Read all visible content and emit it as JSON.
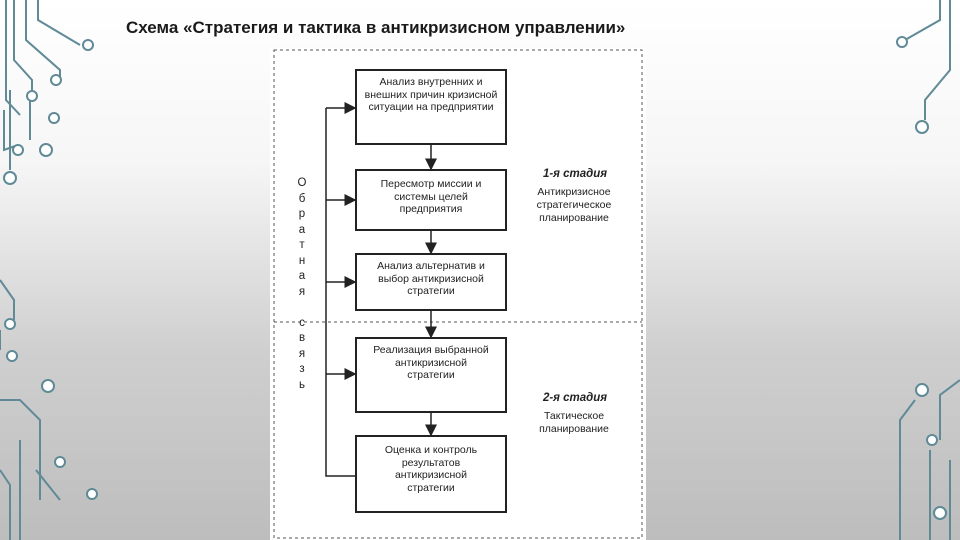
{
  "title": "Схема «Стратегия и тактика в антикризисном управлении»",
  "diagram": {
    "boxes": [
      {
        "id": "box-analysis",
        "text": "Анализ внутренних и внешних причин кризисной ситуации на предприятии"
      },
      {
        "id": "box-mission",
        "text": "Пересмотр миссии и системы целей предприятия"
      },
      {
        "id": "box-alternatives",
        "text": "Анализ альтернатив и выбор антикризисной стратегии"
      },
      {
        "id": "box-implementation",
        "text": "Реализация выбранной антикризисной стратегии"
      },
      {
        "id": "box-evaluation",
        "text": "Оценка и контроль результатов антикризисной стратегии"
      }
    ],
    "stages": [
      {
        "heading": "1-я стадия",
        "description": "Антикризисное стратегическое планирование"
      },
      {
        "heading": "2-я стадия",
        "description": "Тактическое планирование"
      }
    ],
    "feedback_label": "Обратная связь",
    "feedback_letters": [
      "О",
      "б",
      "р",
      "а",
      "т",
      "н",
      "а",
      "я",
      "",
      "с",
      "в",
      "я",
      "з",
      "ь"
    ]
  },
  "colors": {
    "circuit": "#5f8a96",
    "box_border": "#222222",
    "dashed": "#555555"
  }
}
